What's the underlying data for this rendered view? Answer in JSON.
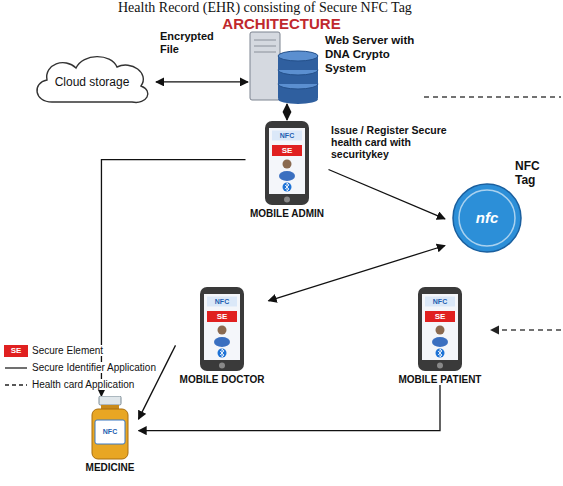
{
  "diagram": {
    "title": "ARCHITECTURE",
    "nodes": [
      {
        "text": [
          "Cloud storage"
        ]
      },
      {
        "text": [
          "Web Server with DNA Crypto System"
        ]
      },
      {
        "text": [
          "MOBILE ADMIN"
        ]
      },
      {
        "text": [
          "NFC Tag"
        ]
      },
      {
        "text": [
          "MOBILE DOCTOR"
        ]
      },
      {
        "text": [
          "MOBILE PATIENT"
        ]
      },
      {
        "text": [
          "MEDICINE"
        ]
      }
    ],
    "edges": [
      {
        "from": 0,
        "to": 1,
        "arrow": "both",
        "label": "Encrypted File"
      },
      {
        "from": 1,
        "to": 2,
        "arrow": "both"
      },
      {
        "from": 2,
        "to": 3,
        "arrow": "to",
        "label": "Issue / Register Secure health card with securitykey"
      },
      {
        "from": 3,
        "to": 4,
        "arrow": "both"
      },
      {
        "from": 2,
        "to": 6,
        "arrow": "to"
      },
      {
        "from": 4,
        "to": 6,
        "arrow": "to"
      },
      {
        "from": 5,
        "to": 6,
        "arrow": "to"
      }
    ],
    "labels": [
      "Health Record (EHR) consisting of Secure NFC Tag",
      "NFC",
      "SE",
      "NFC",
      "SE",
      "NFC",
      "SE",
      "NFC",
      "nfc",
      "SE"
    ],
    "legend": [
      {
        "text": "Secure Element",
        "color": "#e02020"
      },
      {
        "text": "Secure Identifier Application"
      },
      {
        "text": "Health card Application"
      }
    ]
  }
}
